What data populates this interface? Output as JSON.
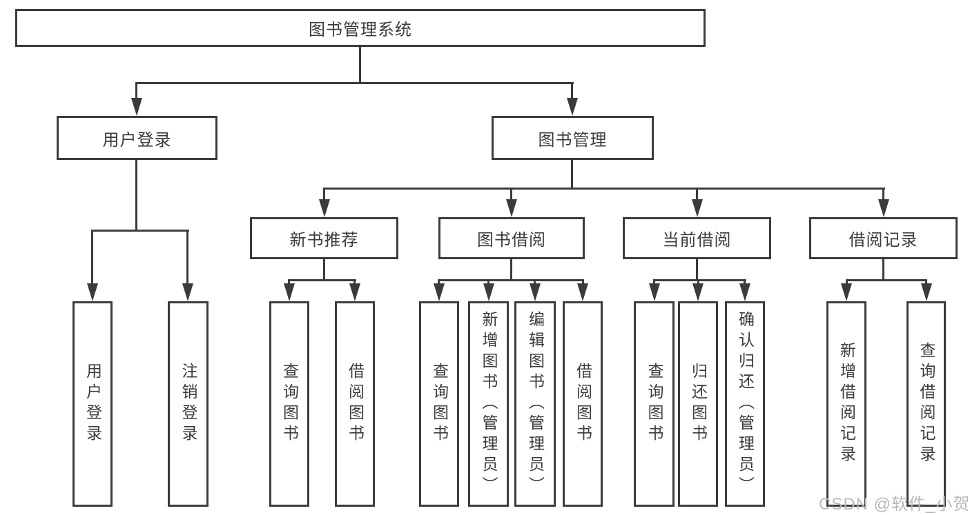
{
  "title": "图书管理系统",
  "tree": {
    "root": {
      "label": "图书管理系统"
    },
    "branches": [
      {
        "label": "用户登录",
        "children": [
          {
            "label": "用户登录"
          },
          {
            "label": "注销登录"
          }
        ]
      },
      {
        "label": "图书管理",
        "children": [
          {
            "label": "新书推荐",
            "children": [
              {
                "label": "查询图书"
              },
              {
                "label": "借阅图书"
              }
            ]
          },
          {
            "label": "图书借阅",
            "children": [
              {
                "label": "查询图书"
              },
              {
                "label": "新增图书（管理员）"
              },
              {
                "label": "编辑图书（管理员）"
              },
              {
                "label": "借阅图书"
              }
            ]
          },
          {
            "label": "当前借阅",
            "children": [
              {
                "label": "查询图书"
              },
              {
                "label": "归还图书"
              },
              {
                "label": "确认归还（管理员）"
              }
            ]
          },
          {
            "label": "借阅记录",
            "children": [
              {
                "label": "新增借阅记录"
              },
              {
                "label": "查询借阅记录"
              }
            ]
          }
        ]
      }
    ]
  },
  "watermark": {
    "text": "CSDN @软件_小贺同学"
  },
  "colors": {
    "line": "#3b3b3b",
    "node_text": "#3c3c3c",
    "background": "#ffffff",
    "watermark_text": "#b9b9b9"
  }
}
